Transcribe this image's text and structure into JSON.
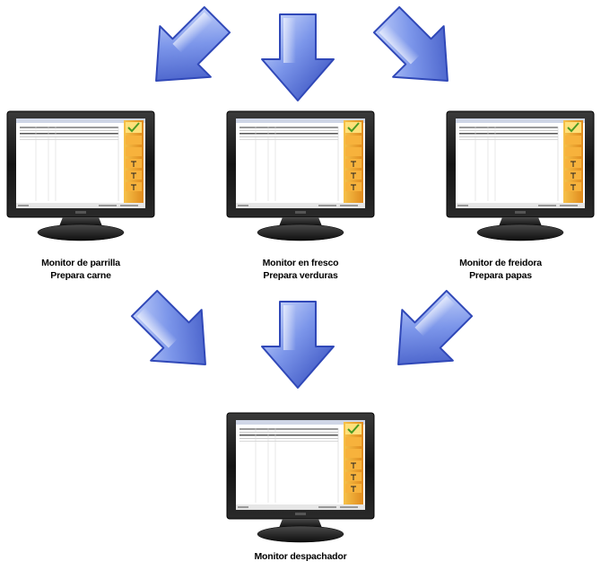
{
  "monitors": [
    {
      "id": "parrilla",
      "line1": "Monitor de parrilla",
      "line2": "Prepara carne"
    },
    {
      "id": "fresco",
      "line1": "Monitor en fresco",
      "line2": "Prepara verduras"
    },
    {
      "id": "freidora",
      "line1": "Monitor de freidora",
      "line2": "Prepara papas"
    },
    {
      "id": "despachador",
      "line1": "Monitor despachador",
      "line2": ""
    }
  ],
  "colors": {
    "arrow_light": "#dce6ff",
    "arrow_mid": "#7c96ea",
    "arrow_dark": "#2c44b8",
    "bezel": "#1a1a1a",
    "screen": "#ffffff",
    "side_panel": "#f0a830",
    "side_check": "#5aa02c"
  },
  "icons": [
    "arrow-down-icon",
    "arrow-down-left-icon",
    "arrow-down-right-icon",
    "monitor-icon"
  ]
}
